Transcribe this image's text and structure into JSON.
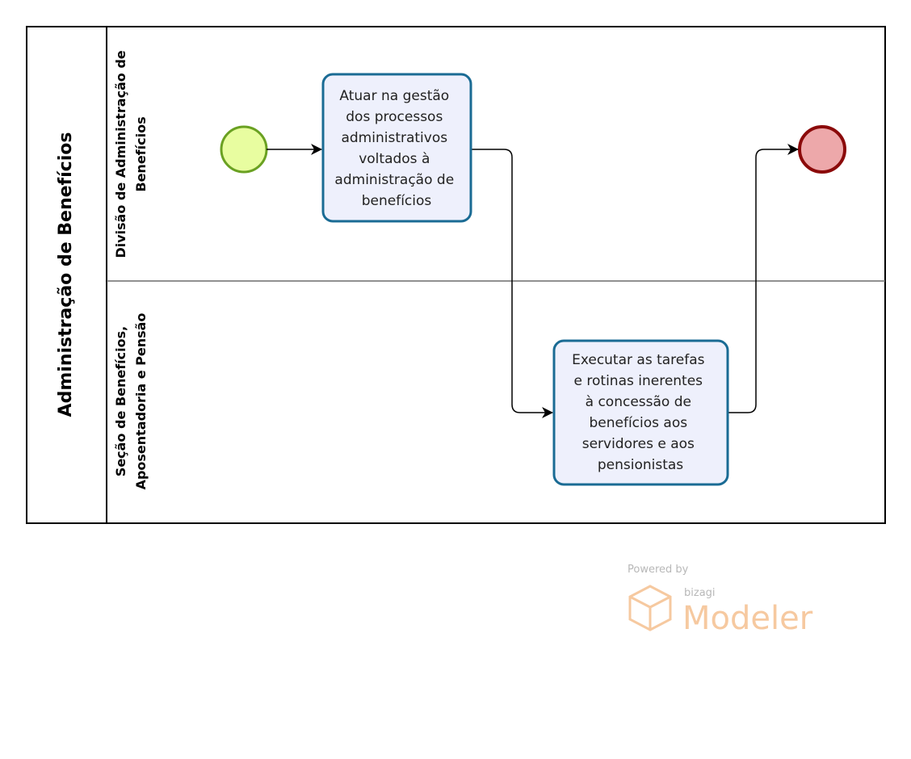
{
  "pool": {
    "title": "Administração de Benefícios"
  },
  "lanes": [
    {
      "title_lines": [
        "Divisão de Administração de",
        "Benefícios"
      ]
    },
    {
      "title_lines": [
        "Seção de Benefícios,",
        "Aposentadoria e Pensão"
      ]
    }
  ],
  "tasks": [
    {
      "lines": [
        "Atuar na gestão",
        "dos processos",
        "administrativos",
        "voltados à",
        "administração de",
        "benefícios"
      ]
    },
    {
      "lines": [
        "Executar as tarefas",
        "e rotinas inerentes",
        "à concessão de",
        "benefícios aos",
        "servidores e aos",
        "pensionistas"
      ]
    }
  ],
  "colors": {
    "start_fill": "#e8fda0",
    "start_stroke": "#6aa122",
    "end_fill": "#eda8aa",
    "end_stroke": "#8b0a0a",
    "task_fill": "#eef0fc",
    "task_stroke": "#1a6b94",
    "pool_stroke": "#000000",
    "lane_stroke": "#6b6b6b"
  },
  "watermark": {
    "powered_by": "Powered by",
    "brand": "bizagi",
    "product": "Modeler"
  }
}
